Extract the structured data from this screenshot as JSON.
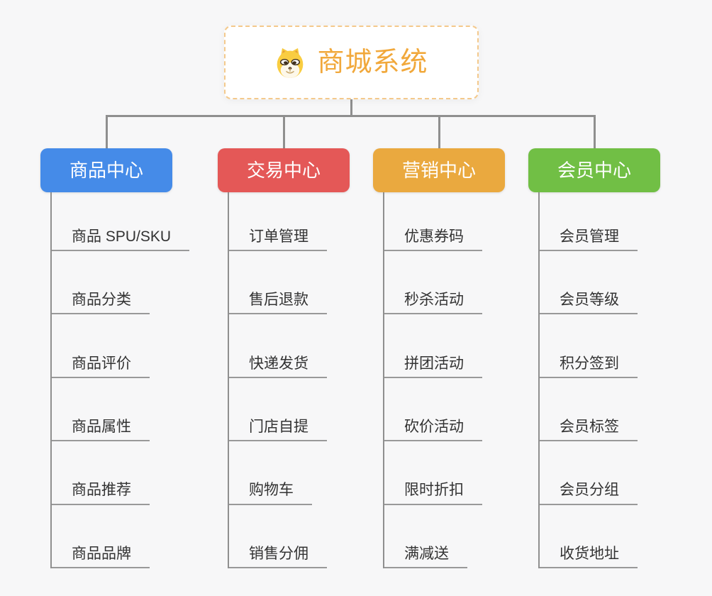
{
  "root": {
    "title": "商城系统",
    "icon": "dog-face-icon"
  },
  "branches": [
    {
      "id": "product-center",
      "label": "商品中心",
      "color": "#458BE8",
      "items": [
        "商品 SPU/SKU",
        "商品分类",
        "商品评价",
        "商品属性",
        "商品推荐",
        "商品品牌"
      ]
    },
    {
      "id": "trade-center",
      "label": "交易中心",
      "color": "#E45857",
      "items": [
        "订单管理",
        "售后退款",
        "快递发货",
        "门店自提",
        "购物车",
        "销售分佣"
      ]
    },
    {
      "id": "marketing-center",
      "label": "营销中心",
      "color": "#EAA93F",
      "items": [
        "优惠券码",
        "秒杀活动",
        "拼团活动",
        "砍价活动",
        "限时折扣",
        "满减送"
      ]
    },
    {
      "id": "member-center",
      "label": "会员中心",
      "color": "#71BF45",
      "items": [
        "会员管理",
        "会员等级",
        "积分签到",
        "会员标签",
        "会员分组",
        "收货地址"
      ]
    }
  ],
  "colors": {
    "canvas_bg": "#F7F7F8",
    "root_text": "#F1A83B",
    "root_border": "#F4C98C",
    "connector": "#8F8F8F",
    "underline": "#999999",
    "item_text": "#333333"
  }
}
